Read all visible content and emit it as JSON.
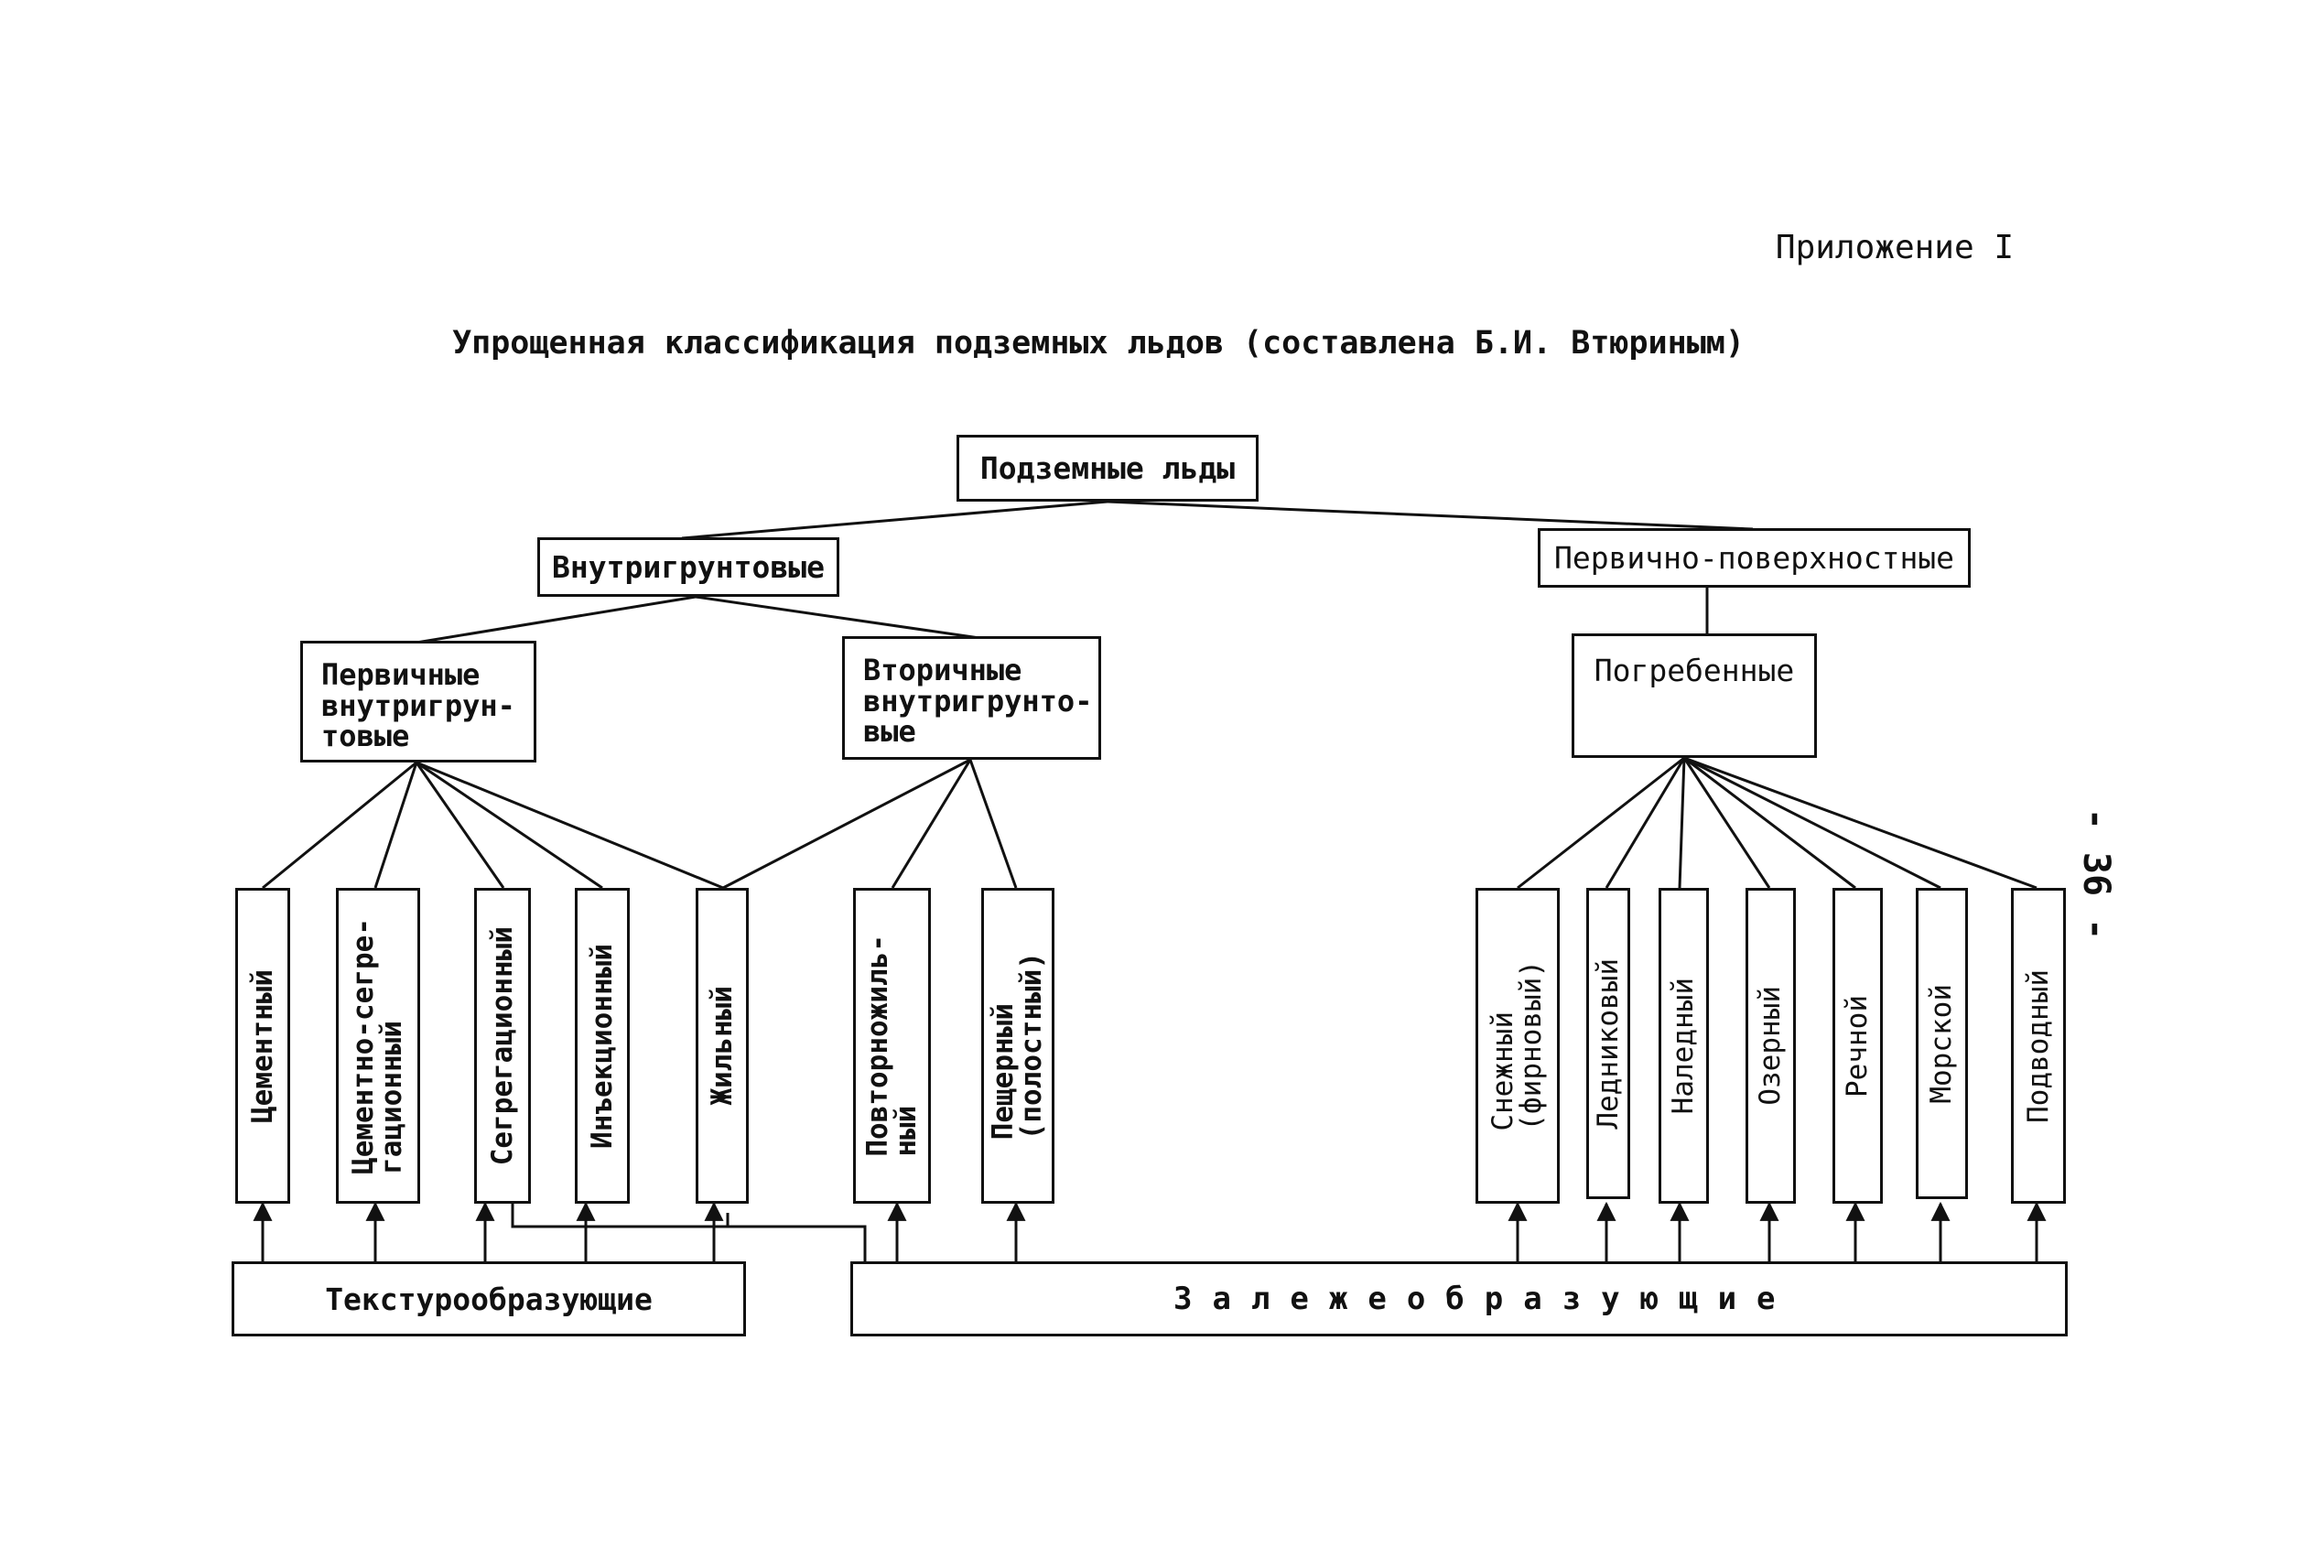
{
  "header": {
    "appendix_label": "Приложение I",
    "page_number": "- 36 -"
  },
  "title": "Упрощенная классификация подземных льдов (составлена Б.И. Втюриным)",
  "diagram": {
    "root": "Подземные льды",
    "level1": {
      "intraground": "Внутригрунтовые",
      "primary_surface": "Первично-поверхностные"
    },
    "level2": {
      "primary_intraground": "Первичные\nвнутригрун-\nтовые",
      "secondary_intraground": "Вторичные\nвнутригрунто-\nвые",
      "buried": "Погребенные"
    },
    "types": {
      "cement": "Цементный",
      "cement_segregation": "Цементно-сегре-\nгационный",
      "segregation": "Сегрегационный",
      "injection": "Инъекционный",
      "vein": "Жильный",
      "repeated_vein": "Повторножиль-\nный",
      "cave": "Пещерный\n(полостный)",
      "snow": "Снежный\n(фирновый)",
      "glacial": "Ледниковый",
      "naled": "Наледный",
      "lake": "Озерный",
      "river": "Речной",
      "sea": "Морской",
      "underwater": "Подводный"
    },
    "bottom": {
      "texture_forming": "Текстурообразующие",
      "deposit_forming": "Залежеобразующие"
    }
  }
}
